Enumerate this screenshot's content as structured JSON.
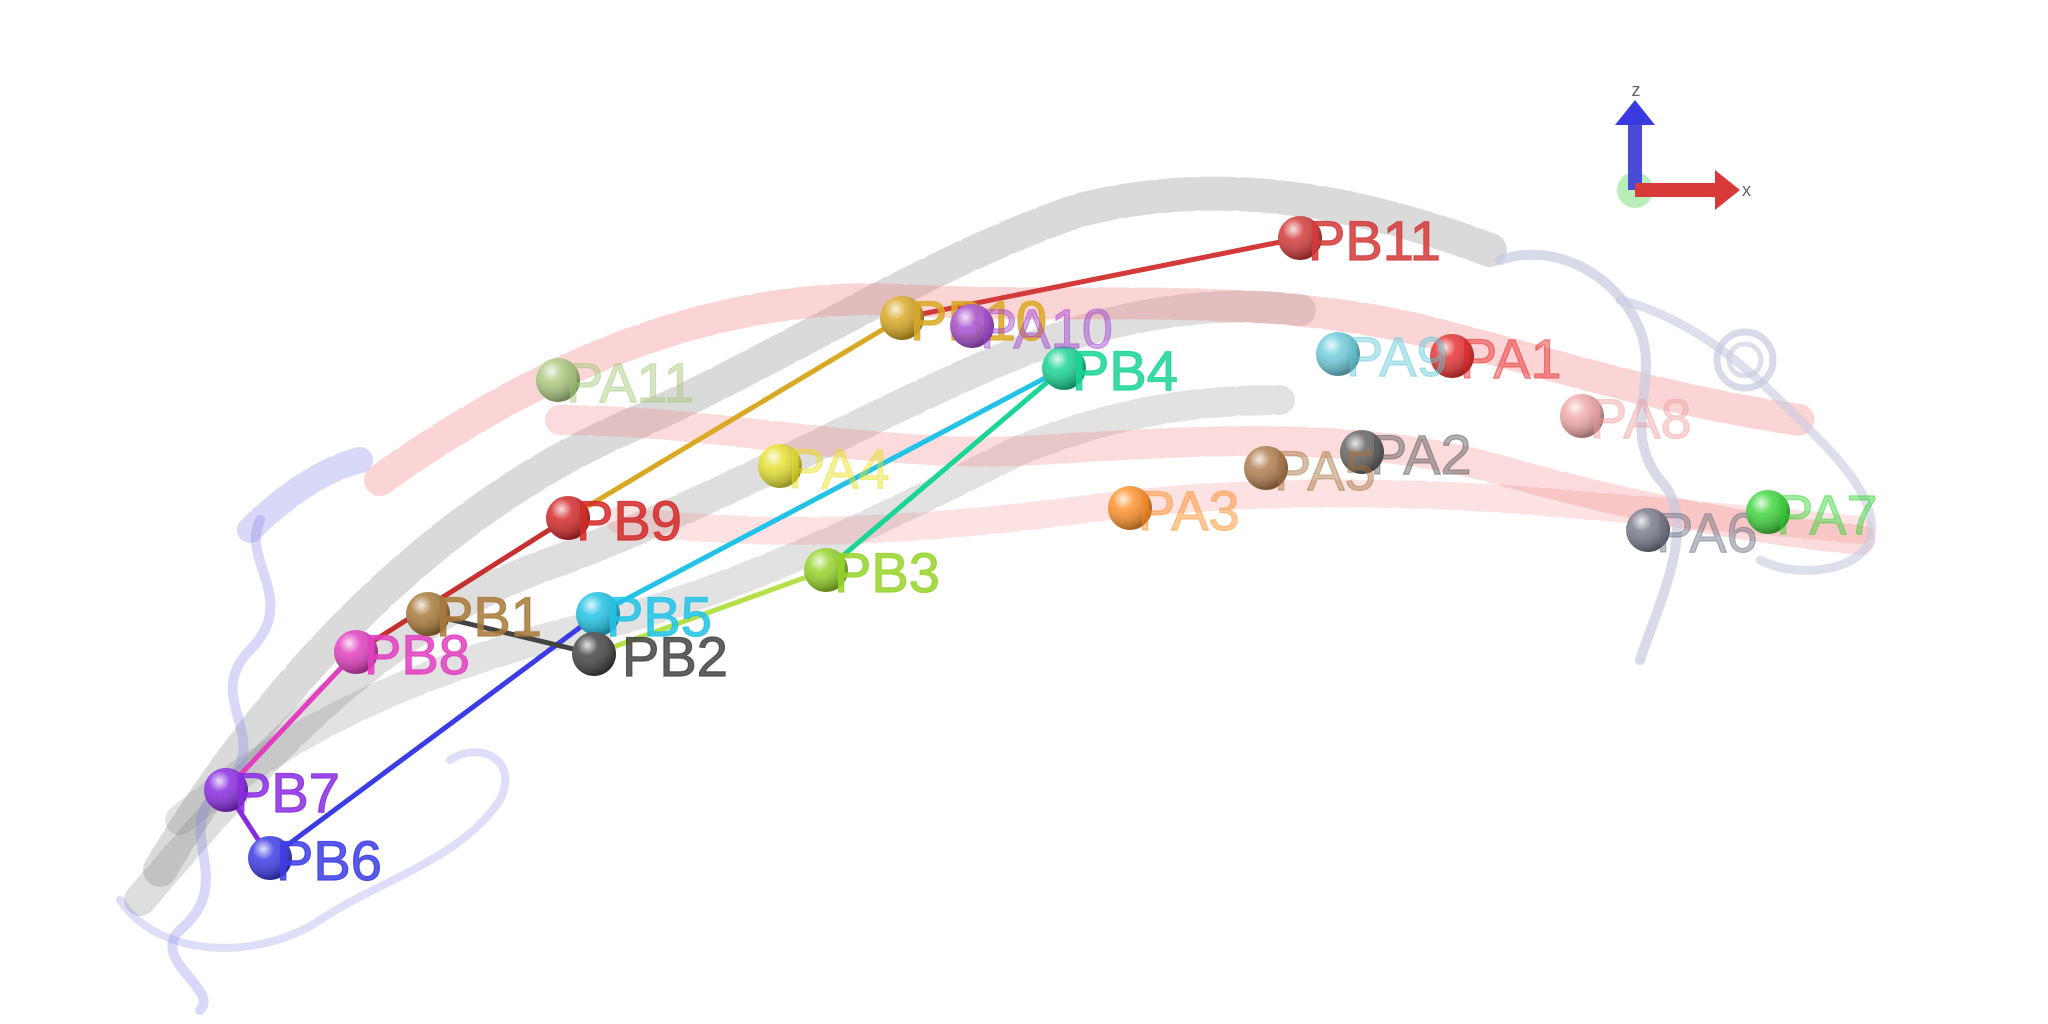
{
  "axes": {
    "z_label": "z",
    "x_label": "x"
  },
  "colors": {
    "helix_gray": "#7a7a7a",
    "helix_red": "#f27d7d",
    "coil_blue": "#7d7de8",
    "coil_white": "#c8cadf"
  },
  "points": [
    {
      "id": "PB11",
      "label": "PB11",
      "color": "#d33a3a",
      "chain": "B"
    },
    {
      "id": "PB10",
      "label": "PB10",
      "color": "#d9a825",
      "chain": "B"
    },
    {
      "id": "PB9",
      "label": "PB9",
      "color": "#d32a2a",
      "chain": "B"
    },
    {
      "id": "PB8",
      "label": "PB8",
      "color": "#e23fc0",
      "chain": "B"
    },
    {
      "id": "PB7",
      "label": "PB7",
      "color": "#8a2be2",
      "chain": "B"
    },
    {
      "id": "PB6",
      "label": "PB6",
      "color": "#3c3ce6",
      "chain": "B"
    },
    {
      "id": "PB5",
      "label": "PB5",
      "color": "#22c3e6",
      "chain": "B"
    },
    {
      "id": "PB4",
      "label": "PB4",
      "color": "#1ad596",
      "chain": "B"
    },
    {
      "id": "PB3",
      "label": "PB3",
      "color": "#96d42a",
      "chain": "B"
    },
    {
      "id": "PB2",
      "label": "PB2",
      "color": "#444444",
      "chain": "B"
    },
    {
      "id": "PB1",
      "label": "PB1",
      "color": "#a87a3a",
      "chain": "B"
    },
    {
      "id": "PA1",
      "label": "PA1",
      "color": "#e62020",
      "chain": "A"
    },
    {
      "id": "PA2",
      "label": "PA2",
      "color": "#555555",
      "chain": "A"
    },
    {
      "id": "PA3",
      "label": "PA3",
      "color": "#ff8a1a",
      "chain": "A"
    },
    {
      "id": "PA4",
      "label": "PA4",
      "color": "#e6e020",
      "chain": "A"
    },
    {
      "id": "PA5",
      "label": "PA5",
      "color": "#a8713e",
      "chain": "A"
    },
    {
      "id": "PA6",
      "label": "PA6",
      "color": "#6a6f80",
      "chain": "A"
    },
    {
      "id": "PA7",
      "label": "PA7",
      "color": "#2ed42e",
      "chain": "A"
    },
    {
      "id": "PA8",
      "label": "PA8",
      "color": "#f0a0a0",
      "chain": "A"
    },
    {
      "id": "PA9",
      "label": "PA9",
      "color": "#5fc8d8",
      "chain": "A"
    },
    {
      "id": "PA10",
      "label": "PA10",
      "color": "#a040d0",
      "chain": "A"
    },
    {
      "id": "PA11",
      "label": "PA11",
      "color": "#a4c878",
      "chain": "A"
    }
  ],
  "connections": [
    {
      "from": "PB11",
      "to": "PB10",
      "color": "#d33a3a"
    },
    {
      "from": "PB10",
      "to": "PB9",
      "color": "#d9a825"
    },
    {
      "from": "PB9",
      "to": "PB8",
      "color": "#c73030"
    },
    {
      "from": "PB8",
      "to": "PB7",
      "color": "#e23fc0"
    },
    {
      "from": "PB7",
      "to": "PB6",
      "color": "#8a2be2"
    },
    {
      "from": "PB6",
      "to": "PB5",
      "color": "#3c3ce6"
    },
    {
      "from": "PB5",
      "to": "PB4",
      "color": "#22c3e6"
    },
    {
      "from": "PB4",
      "to": "PB3",
      "color": "#1ad596"
    },
    {
      "from": "PB3",
      "to": "PB2",
      "color": "#b6e04a"
    },
    {
      "from": "PB2",
      "to": "PB1",
      "color": "#444444"
    }
  ]
}
